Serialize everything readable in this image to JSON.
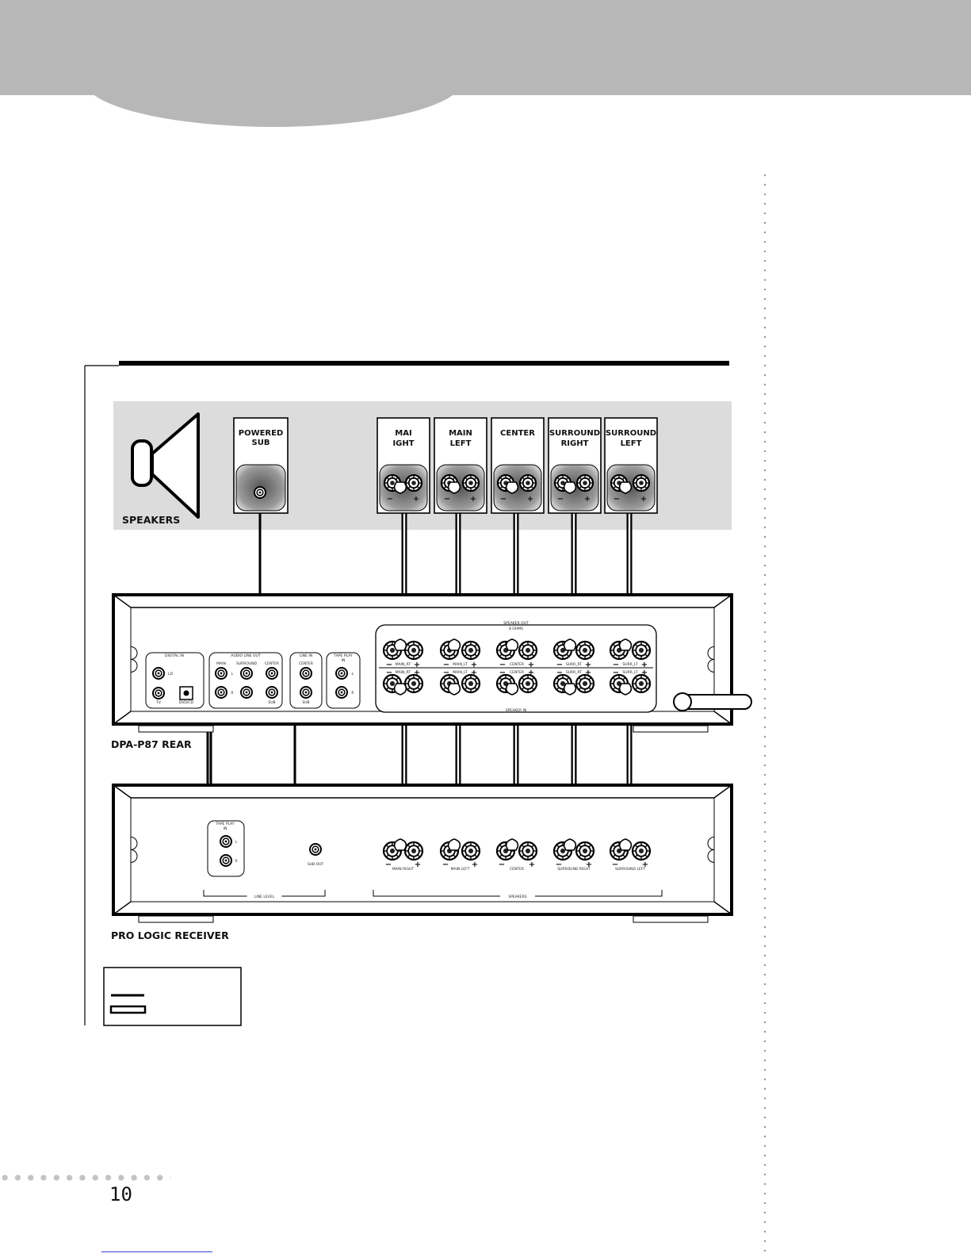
{
  "page": {
    "number": "10"
  },
  "speakers": {
    "title": "SPEAKERS",
    "powered_sub": [
      "POWERED",
      "SUB"
    ],
    "channels": [
      {
        "line1": "MAI",
        "line2": "IGHT"
      },
      {
        "line1": "MAIN",
        "line2": "LEFT"
      },
      {
        "line1": "CENTER",
        "line2": ""
      },
      {
        "line1": "SURROUND",
        "line2": "RIGHT"
      },
      {
        "line1": "SURROUND",
        "line2": "LEFT"
      }
    ]
  },
  "dpa": {
    "label": "DPA-P87 REAR",
    "digital_in": {
      "title": "DIGITAL IN",
      "jacks": [
        "LD",
        "TV",
        "DVD/CD"
      ]
    },
    "audio_line_out": {
      "title": "AUDIO LINE OUT",
      "cols": [
        "MAIN",
        "SURROUND",
        "CENTER"
      ],
      "side": [
        "L",
        "R"
      ],
      "sub": "SUB"
    },
    "line_in": {
      "title": "LINE IN",
      "top": "CENTER",
      "bottom": "SUB"
    },
    "tape_play_in": {
      "title": [
        "TAPE PLAY",
        "IN"
      ],
      "side": [
        "L",
        "R"
      ]
    },
    "speaker_out_title": [
      "SPEAKER OUT",
      "8 OHMS"
    ],
    "speaker_in_title": "SPEAKER IN",
    "out_labels": [
      "MAIN_RT",
      "MAIN_LT",
      "CENTER",
      "SURR_RT",
      "SURR_LT"
    ],
    "in_labels": [
      "MAIN_RT",
      "MAIN_LT",
      "CENTER",
      "SURR_RT",
      "SURR_LT"
    ]
  },
  "receiver": {
    "label": "PRO LOGIC RECEIVER",
    "tape_play_in": {
      "title": [
        "TAPE PLAY",
        "IN"
      ],
      "side": [
        "L",
        "R"
      ]
    },
    "sub_out": "SUB OUT",
    "speaker_labels": [
      "MAIN RIGHT",
      "MAIN LEFT",
      "CENTER",
      "SURROUND RIGHT",
      "SURROUND LEFT"
    ],
    "line_level": "LINE LEVEL",
    "speakers_bracket": "SPEAKERS"
  }
}
